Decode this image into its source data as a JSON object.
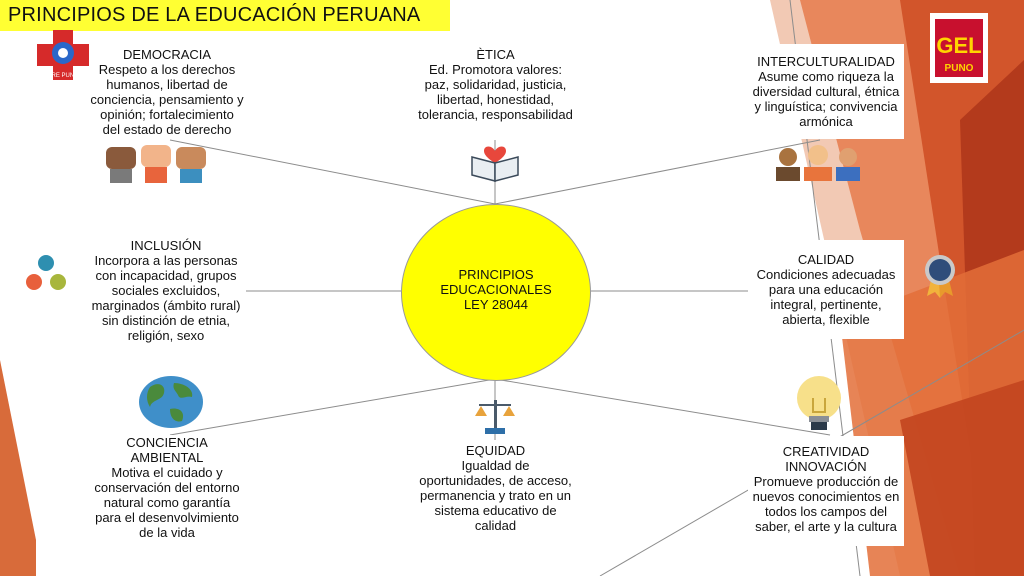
{
  "title": "PRINCIPIOS DE LA EDUCACIÓN PERUANA",
  "center": {
    "lines": [
      "PRINCIPIOS",
      "EDUCACIONALES",
      "LEY 28044"
    ]
  },
  "logos": {
    "left_text": "DRE PUNO",
    "right_letters": "GEL",
    "right_text": "PUNO"
  },
  "principles": [
    {
      "title": "DEMOCRACIA",
      "description": "Respeto a los derechos humanos, libertad de conciencia, pensamiento y opinión; fortalecimiento del estado de derecho",
      "icon": "raised-hands-icon"
    },
    {
      "title": "ÈTICA",
      "description": "Ed. Promotora valores: paz, solidaridad, justicia, libertad, honestidad, tolerancia, responsabilidad",
      "icon": "book-heart-icon"
    },
    {
      "title": "INTERCULTURALIDAD",
      "description": "Asume como riqueza la diversidad cultural, étnica y linguística; convivencia armónica",
      "icon": "people-group-icon"
    },
    {
      "title": "INCLUSIÓN",
      "description": "Incorpora a las personas con incapacidad, grupos sociales excluidos, marginados (ámbito rural) sin distinción de etnia, religión, sexo",
      "icon": "three-circles-icon"
    },
    {
      "title": "CALIDAD",
      "description": "Condiciones adecuadas para una educación integral, pertinente, abierta, flexible",
      "icon": "award-medal-icon"
    },
    {
      "title": "CONCIENCIA AMBIENTAL",
      "description": "Motiva el cuidado y conservación del entorno natural como garantía para el desenvolvimiento de la vida",
      "icon": "globe-icon"
    },
    {
      "title": "EQUIDAD",
      "description": "Igualdad de oportunidades, de acceso, permanencia y trato en un sistema educativo de calidad",
      "icon": "scales-icon"
    },
    {
      "title": "CREATIVIDAD INNOVACIÓN",
      "description": "Promueve producción de nuevos conocimientos en todos los campos del saber, el arte y la cultura",
      "icon": "light-bulb-icon"
    }
  ],
  "colors": {
    "title_bar": "#ffff33",
    "center_fill": "#ffff00",
    "accent_orange": "#e05a2b",
    "accent_dark_red": "#b3351b"
  }
}
